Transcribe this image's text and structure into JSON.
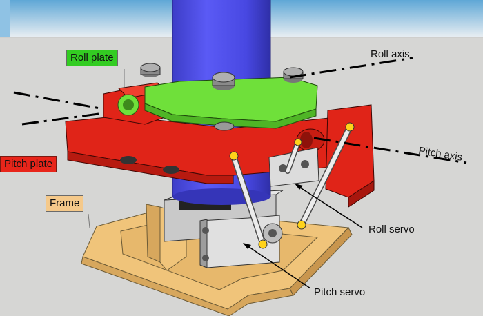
{
  "labels": {
    "roll_plate": "Roll plate",
    "roll_axis": "Roll axis",
    "pitch_axis": "Pitch axis",
    "pitch_plate": "Pitch plate",
    "frame": "Frame",
    "roll_servo": "Roll servo",
    "pitch_servo": "Pitch servo"
  },
  "colors": {
    "sky": "#5fa7d6",
    "ground": "#d6d6d4",
    "column": "#4a4ae0",
    "roll_plate": "#6fe03a",
    "pitch_plate": "#e02418",
    "frame": "#f0c47a",
    "servo": "#d0d0d0",
    "roll_plate_label_bg": "#33cc22",
    "pitch_plate_label_bg": "#e8251a",
    "frame_label_bg": "#f5c98a"
  }
}
